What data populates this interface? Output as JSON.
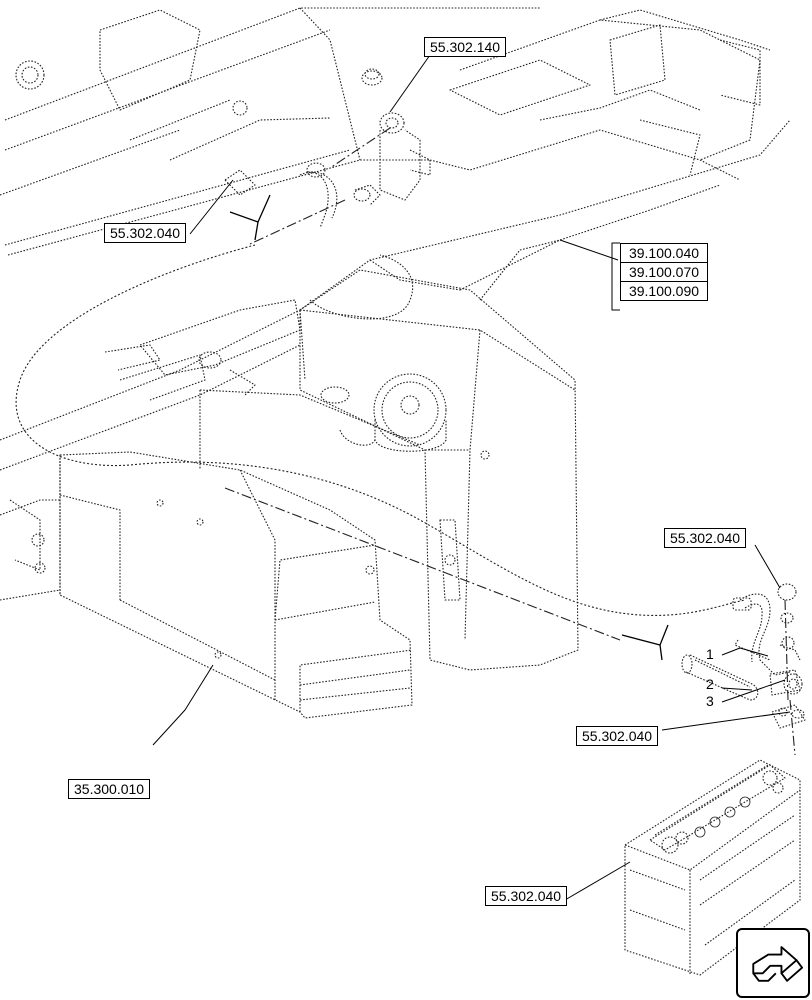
{
  "references": {
    "top_center": "55.302.140",
    "top_left": "55.302.040",
    "right_stack": [
      "39.100.040",
      "39.100.070",
      "39.100.090"
    ],
    "right_middle": "55.302.040",
    "clamp": "55.302.040",
    "battery": "55.302.040",
    "tank_guard": "35.300.010"
  },
  "callouts": {
    "item1": "1",
    "item2": "2",
    "item3": "3"
  },
  "nav": {
    "icon": "next-page-arrow-icon"
  }
}
